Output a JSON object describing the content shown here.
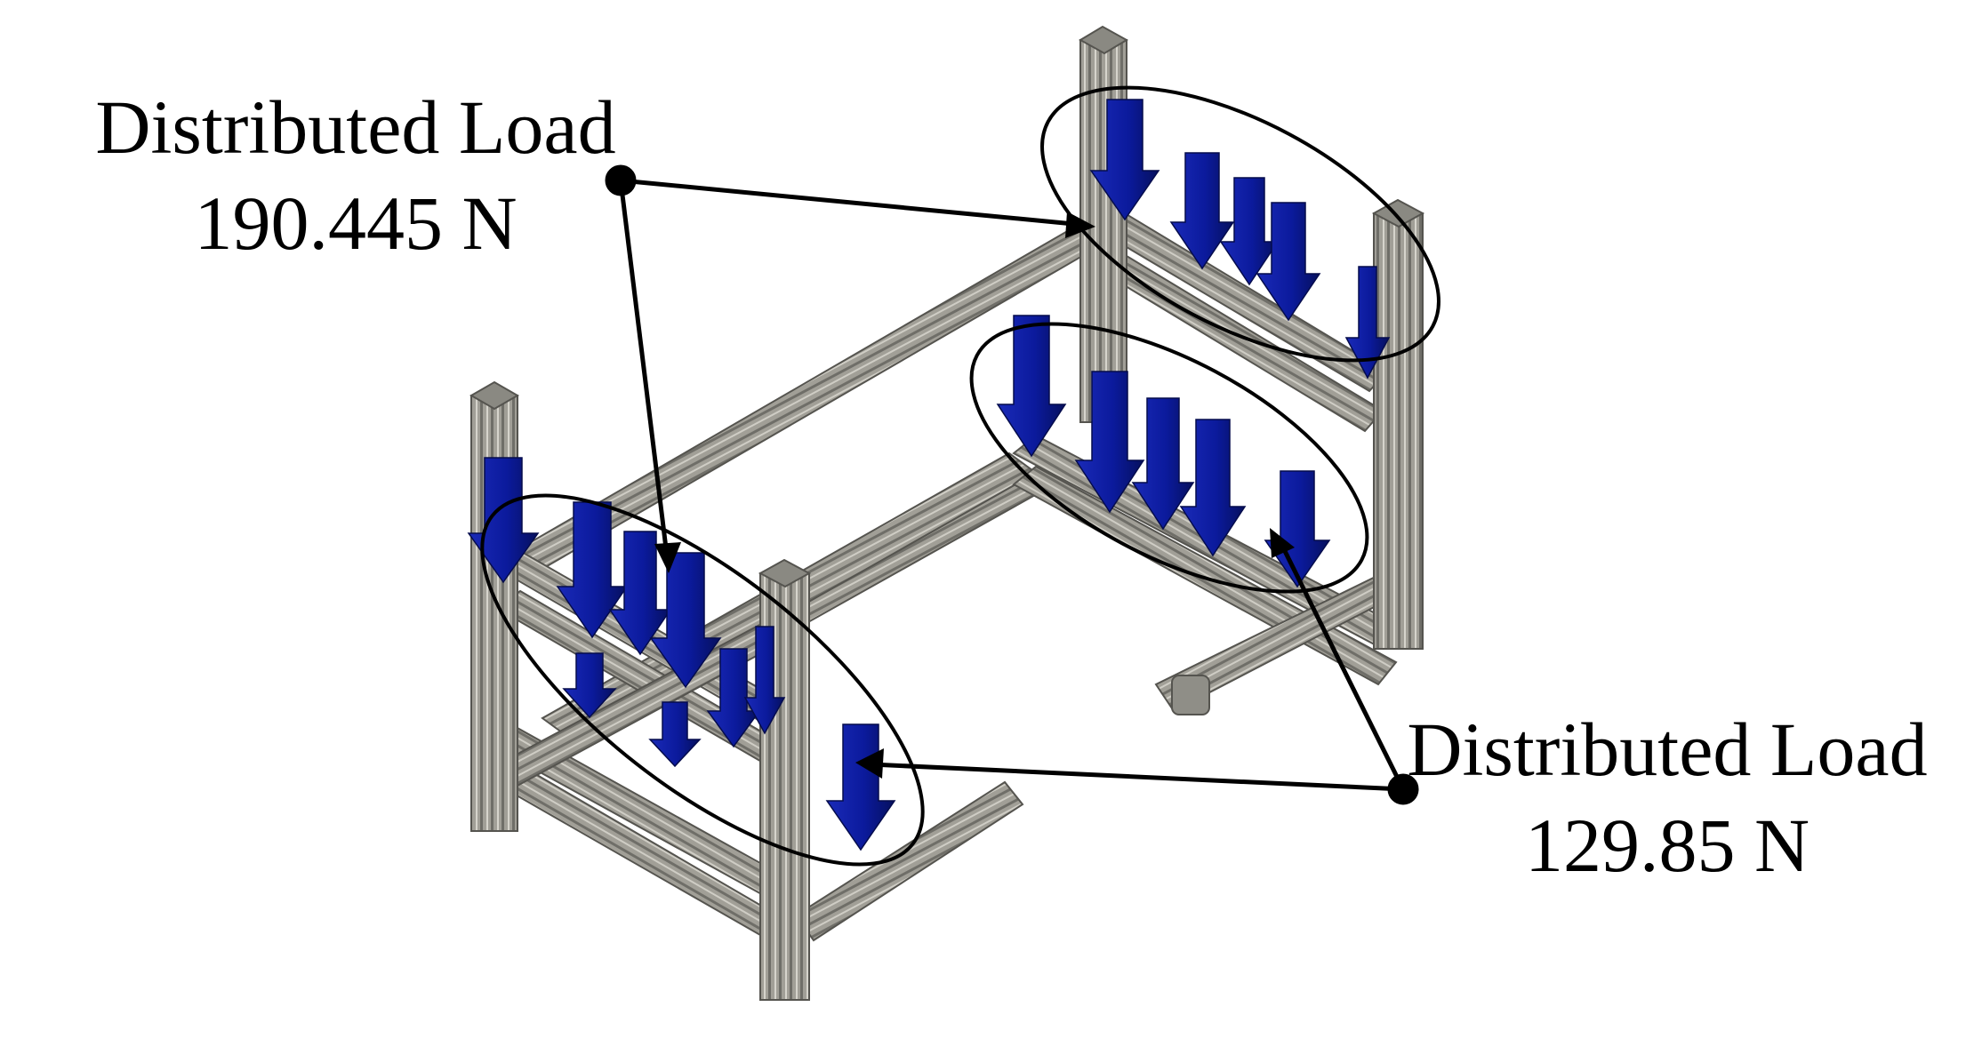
{
  "annotations": [
    {
      "label": "Distributed Load",
      "value": "190.445 N"
    },
    {
      "label": "Distributed Load",
      "value": "129.85 N"
    }
  ],
  "colors": {
    "frame": "#9a9a92",
    "frame_dark": "#6c6c66",
    "frame_light": "#cfcfc8",
    "load_arrow": "#0b1a9c",
    "load_arrow_dark": "#07106a",
    "annotation": "#000000"
  }
}
